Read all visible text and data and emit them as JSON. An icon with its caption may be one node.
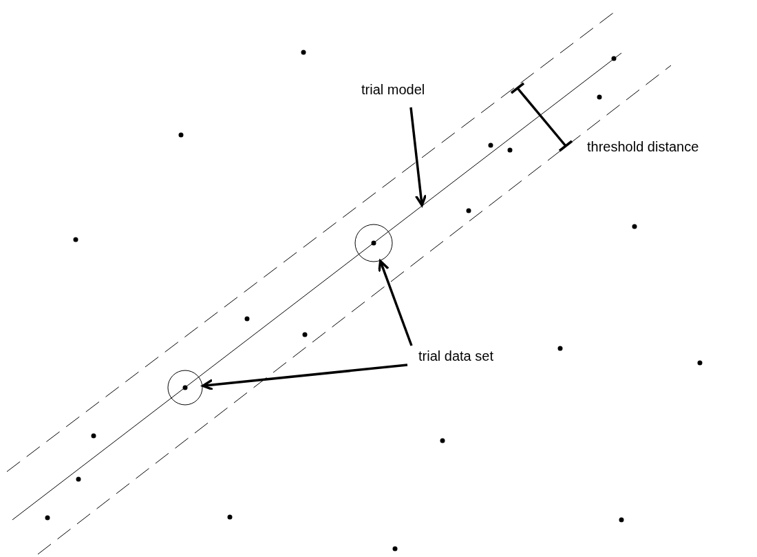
{
  "diagram": {
    "nodes": [
      {
        "text": [
          "trial model"
        ]
      },
      {
        "text": [
          "trial data set"
        ]
      },
      {
        "text": [],
        "shape": "circle"
      },
      {
        "text": [],
        "shape": "circle"
      }
    ],
    "edges": [
      {
        "from": 0,
        "to": null,
        "arrow": "to"
      },
      {
        "from": 1,
        "to": 3,
        "arrow": "to"
      },
      {
        "from": 1,
        "to": 2,
        "arrow": "to"
      }
    ],
    "labels": [
      "threshold distance"
    ]
  }
}
